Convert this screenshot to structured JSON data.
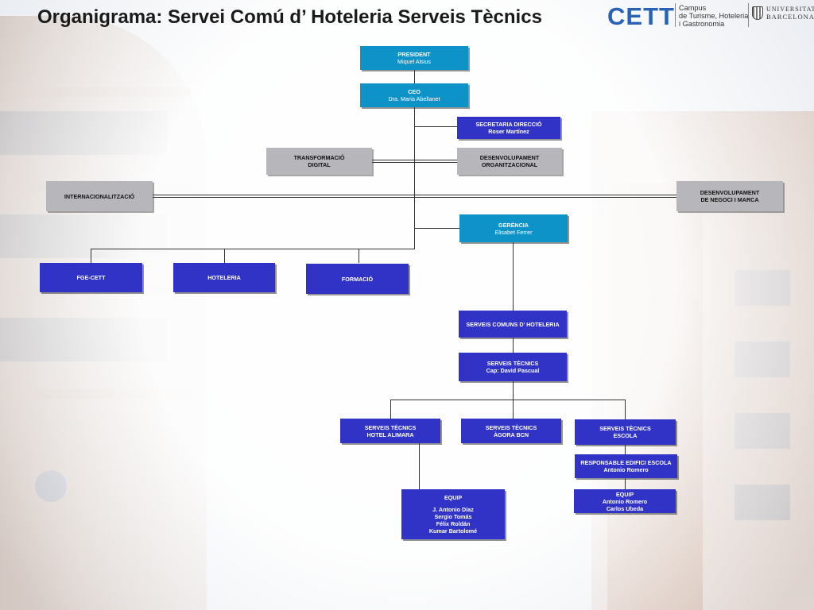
{
  "title": "Organigrama: Servei Comú d’ Hoteleria Serveis Tècnics",
  "logos": {
    "cett_mark": "CETT",
    "campus_lines": [
      "Campus",
      "de Turisme, Hoteleria",
      "i Gastronomia"
    ],
    "university_lines": [
      "UNIVERSITAT DE",
      "BARCELONA"
    ]
  },
  "nodes": {
    "president": {
      "title": "PRESIDENT",
      "name": "Miquel Alsius"
    },
    "ceo": {
      "title": "CEO",
      "name": "Dra. Maria Abellanet"
    },
    "secretaria": {
      "title": "SECRETARIA DIRECCIÓ",
      "name": "Roser Martínez"
    },
    "transformacio": {
      "lines": [
        "TRANSFORMACIÓ",
        "DIGITAL"
      ]
    },
    "desenvolupament_org": {
      "lines": [
        "DESENVOLUPAMENT",
        "ORGANITZACIONAL"
      ]
    },
    "internacionalitzacio": {
      "title": "INTERNACIONALITZACIÓ"
    },
    "desenvolupament_negoci": {
      "lines": [
        "DESENVOLUPAMENT",
        "DE NEGOCI I MARCA"
      ]
    },
    "gerencia": {
      "title": "GERÈNCIA",
      "name": "Elisabet Ferrer"
    },
    "fge_cett": {
      "title": "FGE-CETT"
    },
    "hoteleria": {
      "title": "HOTELERIA"
    },
    "formacio": {
      "title": "FORMACIÓ"
    },
    "serveis_comuns": {
      "title": "SERVEIS  COMUNS D’ HOTELERIA"
    },
    "serveis_tecnics": {
      "title": "SERVEIS TÈCNICS",
      "name": "Cap: David Pascual"
    },
    "st_hotel": {
      "lines": [
        "SERVEIS TÈCNICS",
        "HOTEL ALIMARA"
      ]
    },
    "st_agora": {
      "lines": [
        "SERVEIS TÈCNICS",
        "ÀGORA BCN"
      ]
    },
    "st_escola": {
      "lines": [
        "SERVEIS TÈCNICS",
        "ESCOLA"
      ]
    },
    "responsable": {
      "title": "RESPONSABLE EDIFICI ESCOLA",
      "name": "Antonio Romero"
    },
    "equip_hotel": {
      "title": "EQUIP",
      "members": [
        "J. Antonio Díaz",
        "Sergio Tomás",
        "Félix Roldán",
        "Kumar Bartolomé"
      ]
    },
    "equip_escola": {
      "title": "EQUIP",
      "members": [
        "Antonio Romero",
        "Carlos Ubeda"
      ]
    }
  }
}
